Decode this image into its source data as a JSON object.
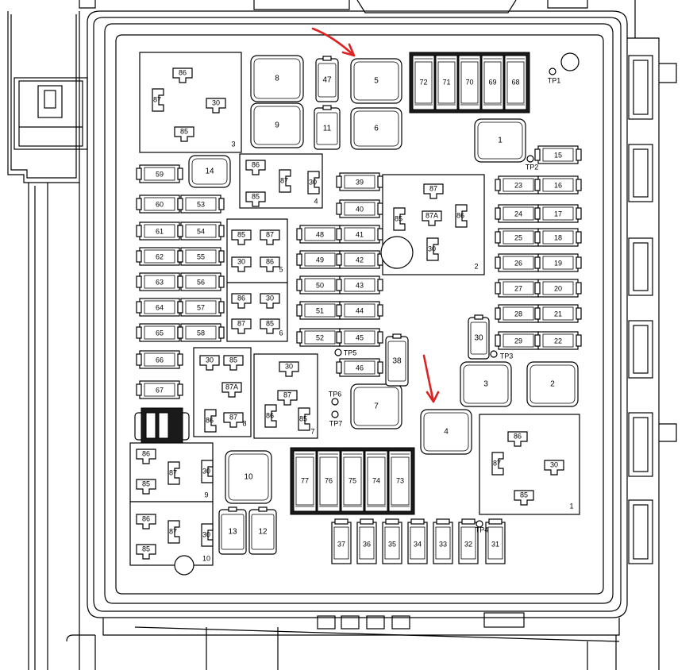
{
  "housing_relays": [
    {
      "id": "relay-3",
      "label": "3",
      "terms": [
        "86",
        "87",
        "30",
        "85"
      ]
    },
    {
      "id": "relay-4",
      "label": "4",
      "terms": [
        "86",
        "87",
        "30",
        "85"
      ]
    },
    {
      "id": "relay-5",
      "label": "5",
      "terms": [
        "85",
        "87",
        "30",
        "86"
      ]
    },
    {
      "id": "relay-6",
      "label": "6",
      "terms": [
        "86",
        "30",
        "87",
        "85"
      ]
    },
    {
      "id": "relay-2",
      "label": "2",
      "terms": [
        "87",
        "85",
        "87A",
        "86",
        "30"
      ]
    },
    {
      "id": "relay-8",
      "label": "8",
      "terms": [
        "30",
        "85",
        "87A",
        "86",
        "87"
      ]
    },
    {
      "id": "relay-7",
      "label": "7",
      "terms": [
        "30",
        "87",
        "86",
        "85"
      ]
    },
    {
      "id": "relay-9",
      "label": "9",
      "terms": [
        "86",
        "87",
        "30",
        "85"
      ]
    },
    {
      "id": "relay-10",
      "label": "10",
      "terms": [
        "86",
        "87",
        "30",
        "85"
      ]
    },
    {
      "id": "relay-1",
      "label": "1",
      "terms": [
        "86",
        "87",
        "30",
        "85"
      ]
    }
  ],
  "micro_relays": [
    "8",
    "9",
    "5",
    "6",
    "1",
    "14",
    "3",
    "2",
    "7",
    "4",
    "10"
  ],
  "mini_relays": [
    "47",
    "11",
    "38",
    "30",
    "13",
    "12"
  ],
  "fuses_left": [
    "59",
    "60",
    "53",
    "61",
    "54",
    "62",
    "55",
    "63",
    "56",
    "64",
    "57",
    "65",
    "58",
    "66",
    "67"
  ],
  "fuses_mid": [
    "39",
    "40",
    "48",
    "41",
    "49",
    "42",
    "50",
    "43",
    "51",
    "44",
    "52",
    "45",
    "46"
  ],
  "fuses_right": [
    "15",
    "23",
    "16",
    "24",
    "17",
    "25",
    "18",
    "26",
    "19",
    "27",
    "20",
    "28",
    "21",
    "29",
    "22"
  ],
  "fuses_bottom": [
    "37",
    "36",
    "35",
    "34",
    "33",
    "32",
    "31"
  ],
  "maxi_fuses_top": [
    "72",
    "71",
    "70",
    "69",
    "68"
  ],
  "maxi_fuses_bottom": [
    "77",
    "76",
    "75",
    "74",
    "73"
  ],
  "test_points": [
    "TP1",
    "TP2",
    "TP3",
    "TP4",
    "TP5",
    "TP6",
    "TP7"
  ],
  "annotation_color": "#d22222"
}
